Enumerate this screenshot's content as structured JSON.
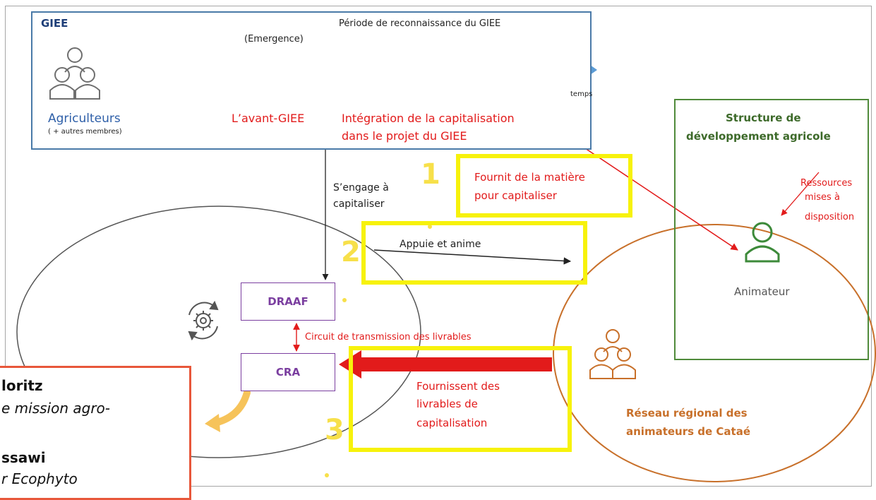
{
  "giee": {
    "title": "GIEE",
    "group_label": "Agriculteurs",
    "group_sublabel": "( + autres membres)",
    "period_label": "Période de reconnaissance du GIEE",
    "emergence_label": "(Emergence)",
    "axis_label": "temps",
    "before_label": "L’avant-GIEE",
    "integration_line1": "Intégration de la capitalisation",
    "integration_line2": "dans le projet du GIEE"
  },
  "flows": {
    "commit_line1": "S’engage à",
    "commit_line2": "capitaliser",
    "provide_line1": "Fournit de la matière",
    "provide_line2": "pour capitaliser",
    "support": "Appuie et anime",
    "circuit": "Circuit de transmission des livrables",
    "deliver_line1": "Fournissent des",
    "deliver_line2": "livrables de",
    "deliver_line3": "capitalisation"
  },
  "steps": [
    "1",
    "2",
    "3"
  ],
  "nodes": {
    "draaf": "DRAAF",
    "cra": "CRA"
  },
  "structure": {
    "title_line1": "Structure de",
    "title_line2": "développement agricole",
    "resources_line1": "Ressources",
    "resources_line2": "mises à",
    "resources_line3": "disposition",
    "animator_label": "Animateur"
  },
  "network": {
    "label_line1": "Réseau régional des",
    "label_line2": "animateurs de Cataé"
  },
  "speakers": {
    "name1": "loritz",
    "role1": "e mission agro-",
    "name2": "ssawi",
    "role2": "r Ecophyto"
  },
  "colors": {
    "giee_border": "#4a7aa8",
    "timeline": "#5b9bd5",
    "red": "#e21b1b",
    "highlight": "#f7f20b",
    "purple": "#7b3fa0",
    "green": "#4f8a3a",
    "orange": "#c8702a",
    "speaker_border": "#e8573a",
    "curved_arrow": "#f6c35a"
  },
  "icons": [
    "people-group-icon",
    "gear-cycle-icon",
    "person-icon",
    "curved-arrow-icon"
  ]
}
